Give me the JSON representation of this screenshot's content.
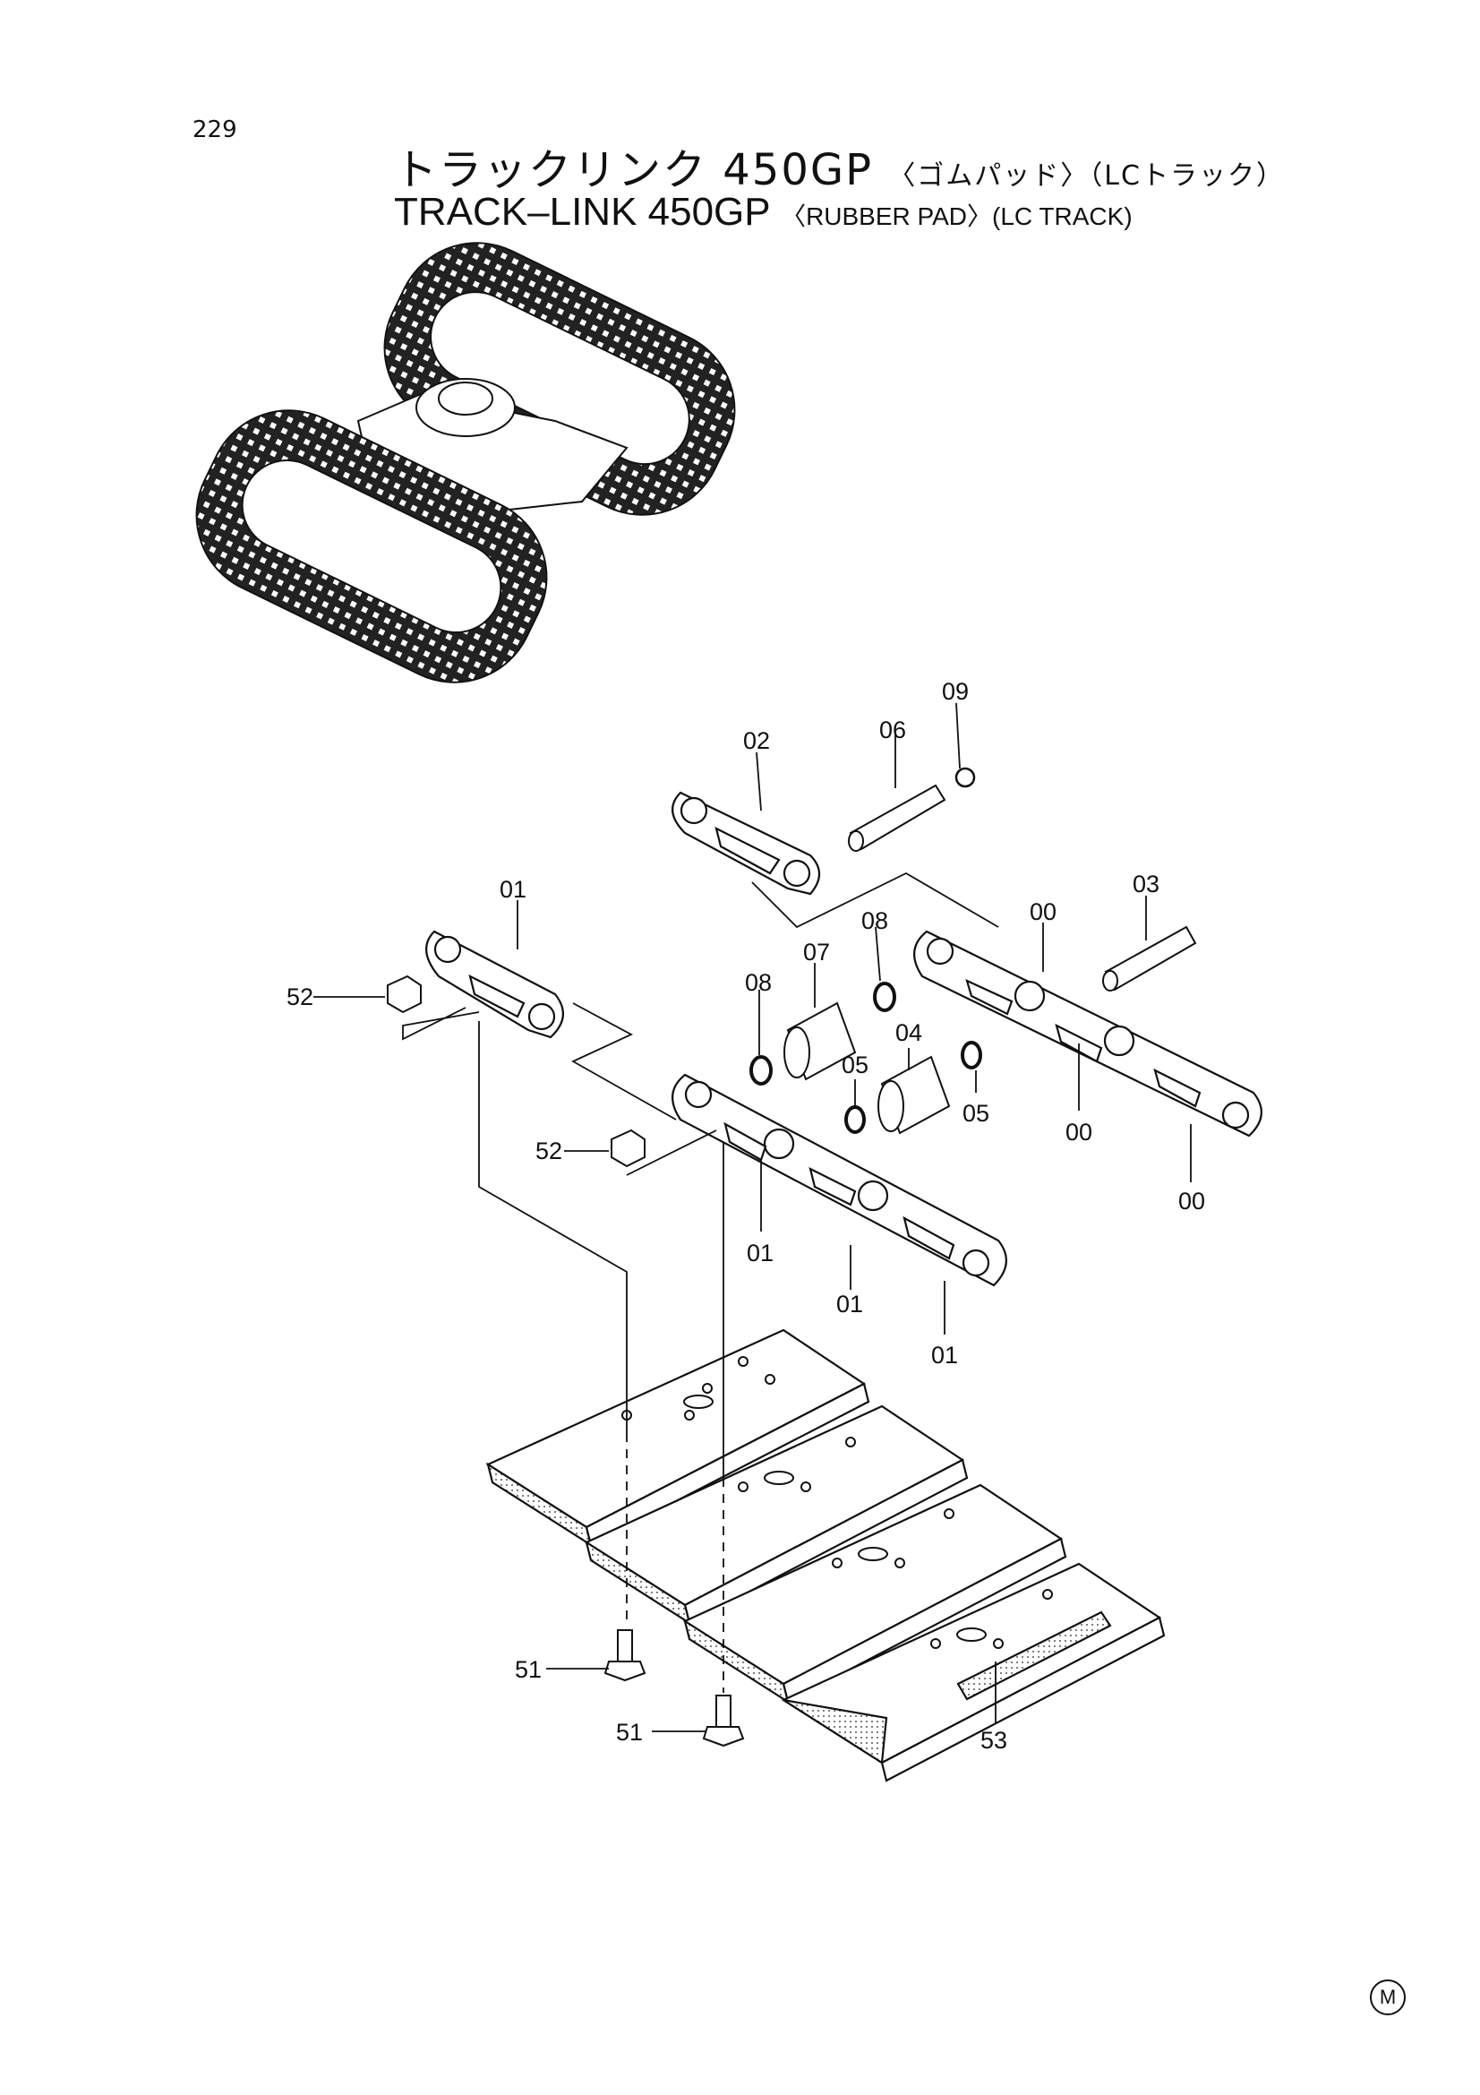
{
  "page_number": "229",
  "title": {
    "jp_main": "トラックリンク 450GP",
    "jp_sub": "〈ゴムパッド〉（LCトラック）",
    "en_main": "TRACK–LINK 450GP",
    "en_sub": "〈RUBBER PAD〉(LC TRACK)"
  },
  "callouts": {
    "c09": "09",
    "c02": "02",
    "c06": "06",
    "c03": "03",
    "c01a": "01",
    "c00a": "00",
    "c08a": "08",
    "c07": "07",
    "c08b": "08",
    "c52a": "52",
    "c04": "04",
    "c05a": "05",
    "c05b": "05",
    "c52b": "52",
    "c00b": "00",
    "c00c": "00",
    "c01b": "01",
    "c01c": "01",
    "c01d": "01",
    "c51a": "51",
    "c51b": "51",
    "c53": "53"
  },
  "footer_mark": "M"
}
